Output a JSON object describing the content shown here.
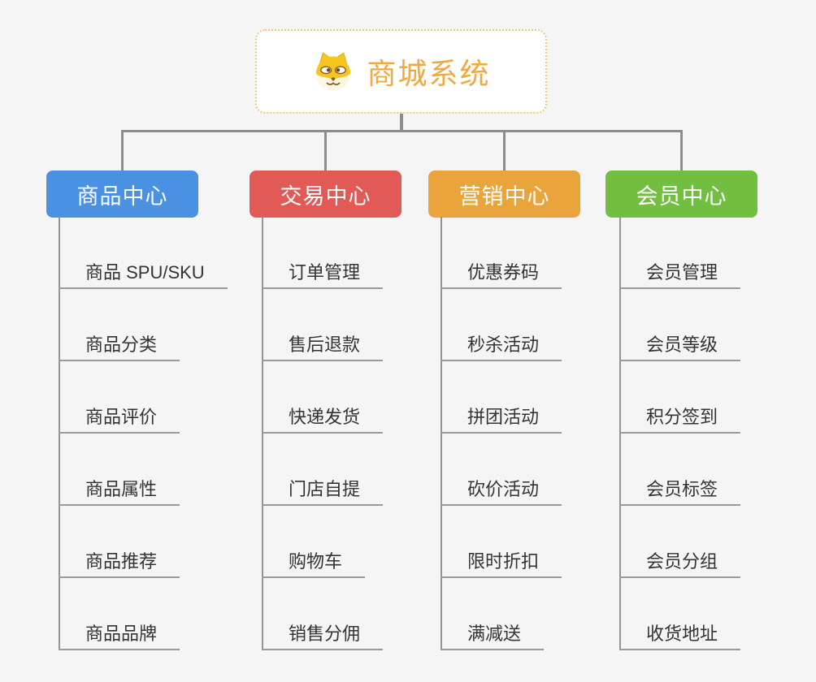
{
  "root": {
    "title": "商城系统",
    "icon": "dog-face-icon"
  },
  "colors": {
    "background": "#f5f5f5",
    "connector_line": "#8c8c8c",
    "leaf_underline": "#9a9a9a",
    "root_text": "#f0a843",
    "root_border": "#f2c478",
    "leaf_text": "#333333",
    "branch_product": "#4b91e2",
    "branch_trade": "#e25a56",
    "branch_marketing": "#eaa43c",
    "branch_member": "#72be41"
  },
  "branches": [
    {
      "id": "product-center",
      "label": "商品中心",
      "color": "#4b91e2",
      "items": [
        "商品 SPU/SKU",
        "商品分类",
        "商品评价",
        "商品属性",
        "商品推荐",
        "商品品牌"
      ]
    },
    {
      "id": "trade-center",
      "label": "交易中心",
      "color": "#e25a56",
      "items": [
        "订单管理",
        "售后退款",
        "快递发货",
        "门店自提",
        "购物车",
        "销售分佣"
      ]
    },
    {
      "id": "marketing-center",
      "label": "营销中心",
      "color": "#eaa43c",
      "items": [
        "优惠券码",
        "秒杀活动",
        "拼团活动",
        "砍价活动",
        "限时折扣",
        "满减送"
      ]
    },
    {
      "id": "member-center",
      "label": "会员中心",
      "color": "#72be41",
      "items": [
        "会员管理",
        "会员等级",
        "积分签到",
        "会员标签",
        "会员分组",
        "收货地址"
      ]
    }
  ]
}
